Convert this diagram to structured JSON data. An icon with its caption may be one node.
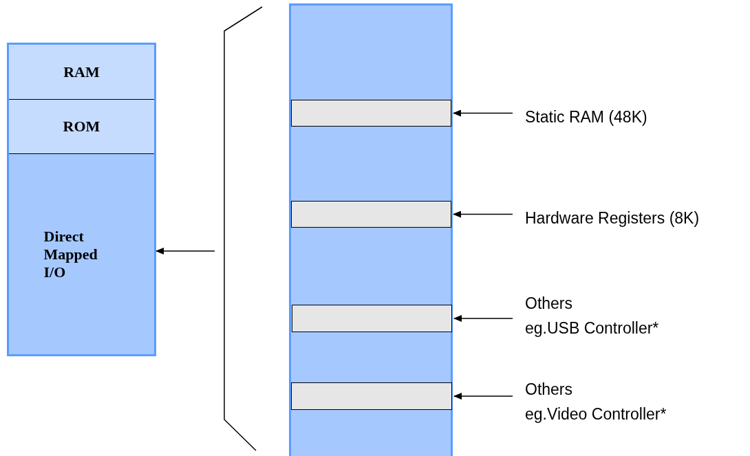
{
  "diagram": {
    "nodes": [
      {
        "text": [],
        "shape": "box"
      },
      {
        "text": [
          "RAM"
        ],
        "in": 0
      },
      {
        "text": [
          "ROM"
        ],
        "in": 0
      },
      {
        "text": [
          "Direct Mapped I/O"
        ],
        "in": 0
      },
      {
        "text": [],
        "shape": "box"
      },
      {
        "text": [],
        "shape": "box",
        "in": 4
      },
      {
        "text": [],
        "shape": "box",
        "in": 4
      },
      {
        "text": [],
        "shape": "box",
        "in": 4
      },
      {
        "text": [],
        "shape": "box",
        "in": 4
      },
      {
        "text": [
          "Static RAM (48K)"
        ]
      },
      {
        "text": [
          "Hardware Registers (8K)"
        ]
      },
      {
        "text": [
          "Others eg.USB Controller*"
        ]
      },
      {
        "text": [
          "Others eg.Video Controller*"
        ]
      }
    ],
    "edges": [
      {
        "from": null,
        "to": 3,
        "arrow": "to"
      },
      {
        "from": 9,
        "to": 5,
        "arrow": "to"
      },
      {
        "from": 10,
        "to": 6,
        "arrow": "to"
      },
      {
        "from": 11,
        "to": 7,
        "arrow": "to"
      },
      {
        "from": 12,
        "to": 8,
        "arrow": "to"
      }
    ]
  }
}
